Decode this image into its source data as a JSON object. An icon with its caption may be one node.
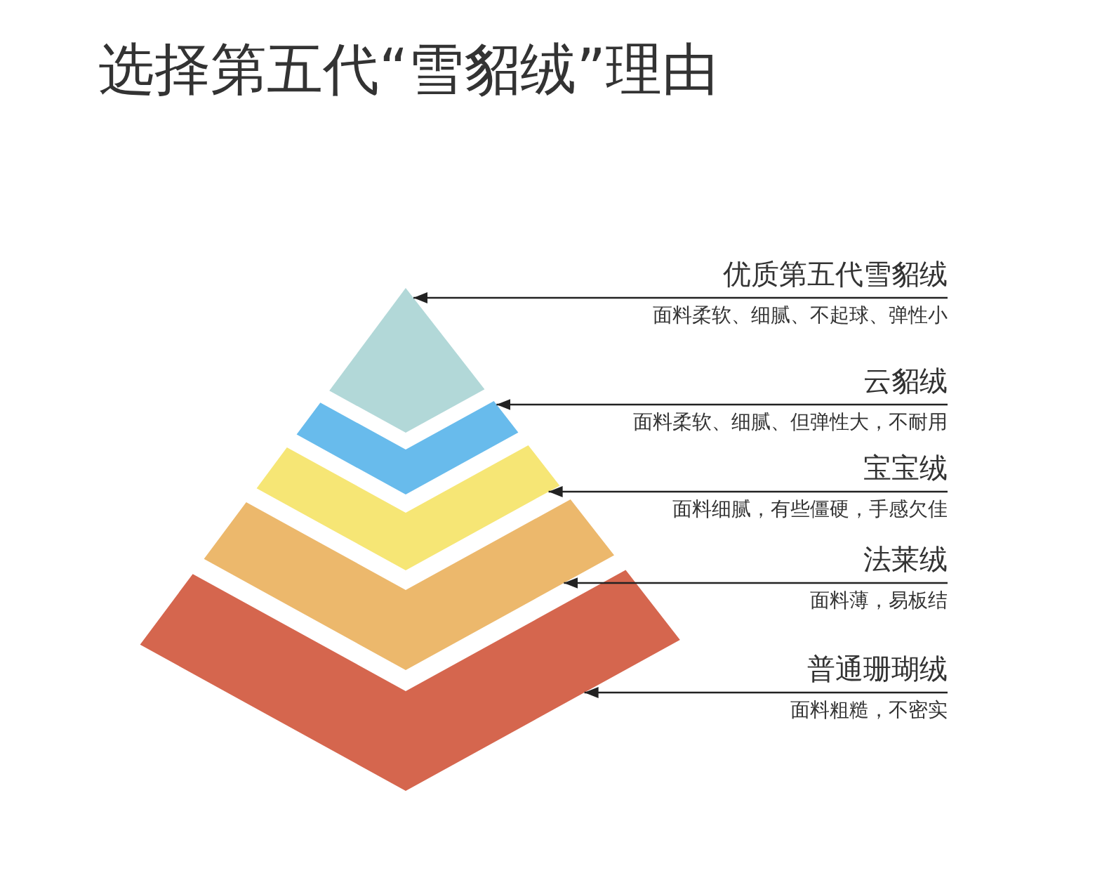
{
  "diagram": {
    "title": "选择第五代“雪貂绒”理由",
    "nodes": [
      {
        "text": [],
        "shape": "diamond"
      },
      {
        "text": [],
        "shape": "chevron"
      },
      {
        "text": [],
        "shape": "chevron"
      },
      {
        "text": [],
        "shape": "chevron"
      },
      {
        "text": [],
        "shape": "chevron"
      },
      {
        "text": [
          "优质第五代雪貂绒",
          "面料柔软、细腻、不起球、弹性小"
        ]
      },
      {
        "text": [
          "云貂绒",
          "面料柔软、细腻、但弹性大，不耐用"
        ]
      },
      {
        "text": [
          "宝宝绒",
          "面料细腻，有些僵硬，手感欠佳"
        ]
      },
      {
        "text": [
          "法莱绒",
          "面料薄，易板结"
        ]
      },
      {
        "text": [
          "普通珊瑚绒",
          "面料粗糙，不密实"
        ]
      }
    ],
    "edges": [
      {
        "from": 5,
        "to": 0,
        "arrow": "to"
      },
      {
        "from": 6,
        "to": 1,
        "arrow": "to"
      },
      {
        "from": 7,
        "to": 2,
        "arrow": "to"
      },
      {
        "from": 8,
        "to": 3,
        "arrow": "to"
      },
      {
        "from": 9,
        "to": 4,
        "arrow": "to"
      }
    ]
  }
}
